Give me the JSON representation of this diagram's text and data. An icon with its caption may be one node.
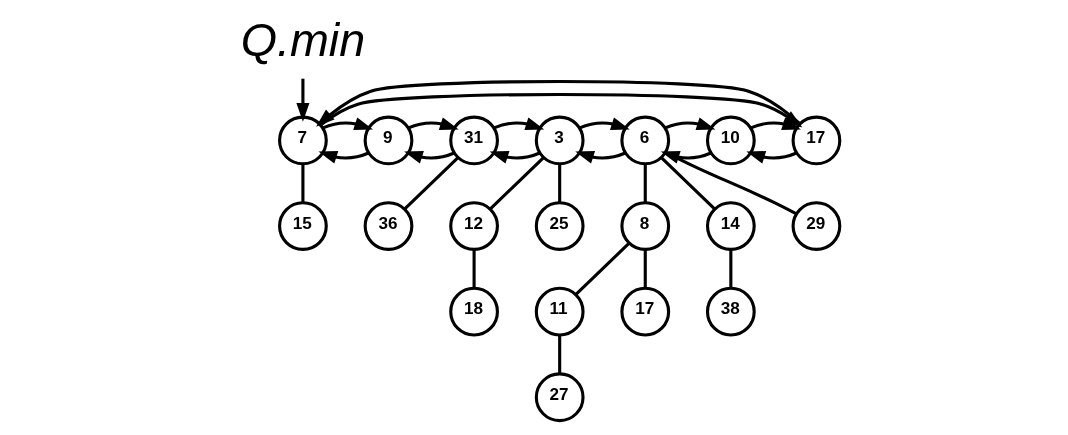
{
  "diagram": {
    "nodes": [
      {
        "text": [
          "Q.min"
        ]
      },
      {
        "text": [
          "6"
        ]
      },
      {
        "text": [
          "3"
        ]
      },
      {
        "text": [
          "31"
        ]
      },
      {
        "text": [
          "9"
        ]
      },
      {
        "text": [
          "7"
        ]
      },
      {
        "text": [
          "17"
        ]
      },
      {
        "text": [
          "10"
        ]
      },
      {
        "text": [
          "8"
        ]
      },
      {
        "text": [
          "14"
        ]
      },
      {
        "text": [
          "29"
        ]
      },
      {
        "text": [
          "12"
        ]
      },
      {
        "text": [
          "25"
        ]
      },
      {
        "text": [
          "36"
        ]
      },
      {
        "text": [
          "15"
        ]
      },
      {
        "text": [
          "11"
        ]
      },
      {
        "text": [
          "17"
        ]
      },
      {
        "text": [
          "38"
        ]
      },
      {
        "text": [
          "18"
        ]
      },
      {
        "text": [
          "27"
        ]
      }
    ],
    "edges": [
      {
        "from": 0,
        "to": 5,
        "arrow": "to"
      },
      {
        "from": 1,
        "to": 2,
        "arrow": "to"
      },
      {
        "from": 2,
        "to": 1,
        "arrow": "to"
      },
      {
        "from": 2,
        "to": 3,
        "arrow": "to"
      },
      {
        "from": 3,
        "to": 2,
        "arrow": "to"
      },
      {
        "from": 3,
        "to": 4,
        "arrow": "to"
      },
      {
        "from": 4,
        "to": 3,
        "arrow": "to"
      },
      {
        "from": 4,
        "to": 5,
        "arrow": "to"
      },
      {
        "from": 5,
        "to": 4,
        "arrow": "to"
      },
      {
        "from": 5,
        "to": 6,
        "arrow": "to"
      },
      {
        "from": 6,
        "to": 5,
        "arrow": "to"
      },
      {
        "from": 6,
        "to": 7,
        "arrow": "to"
      },
      {
        "from": 7,
        "to": 6,
        "arrow": "to"
      },
      {
        "from": 7,
        "to": 1,
        "arrow": "to"
      },
      {
        "from": 1,
        "to": 7,
        "arrow": "to"
      },
      {
        "from": 1,
        "to": 8,
        "arrow": "none"
      },
      {
        "from": 1,
        "to": 9,
        "arrow": "none"
      },
      {
        "from": 1,
        "to": 10,
        "arrow": "none"
      },
      {
        "from": 2,
        "to": 11,
        "arrow": "none"
      },
      {
        "from": 2,
        "to": 12,
        "arrow": "none"
      },
      {
        "from": 3,
        "to": 13,
        "arrow": "none"
      },
      {
        "from": 5,
        "to": 14,
        "arrow": "none"
      },
      {
        "from": 8,
        "to": 15,
        "arrow": "none"
      },
      {
        "from": 8,
        "to": 16,
        "arrow": "none"
      },
      {
        "from": 9,
        "to": 17,
        "arrow": "none"
      },
      {
        "from": 11,
        "to": 18,
        "arrow": "none"
      },
      {
        "from": 15,
        "to": 19,
        "arrow": "none"
      }
    ]
  }
}
